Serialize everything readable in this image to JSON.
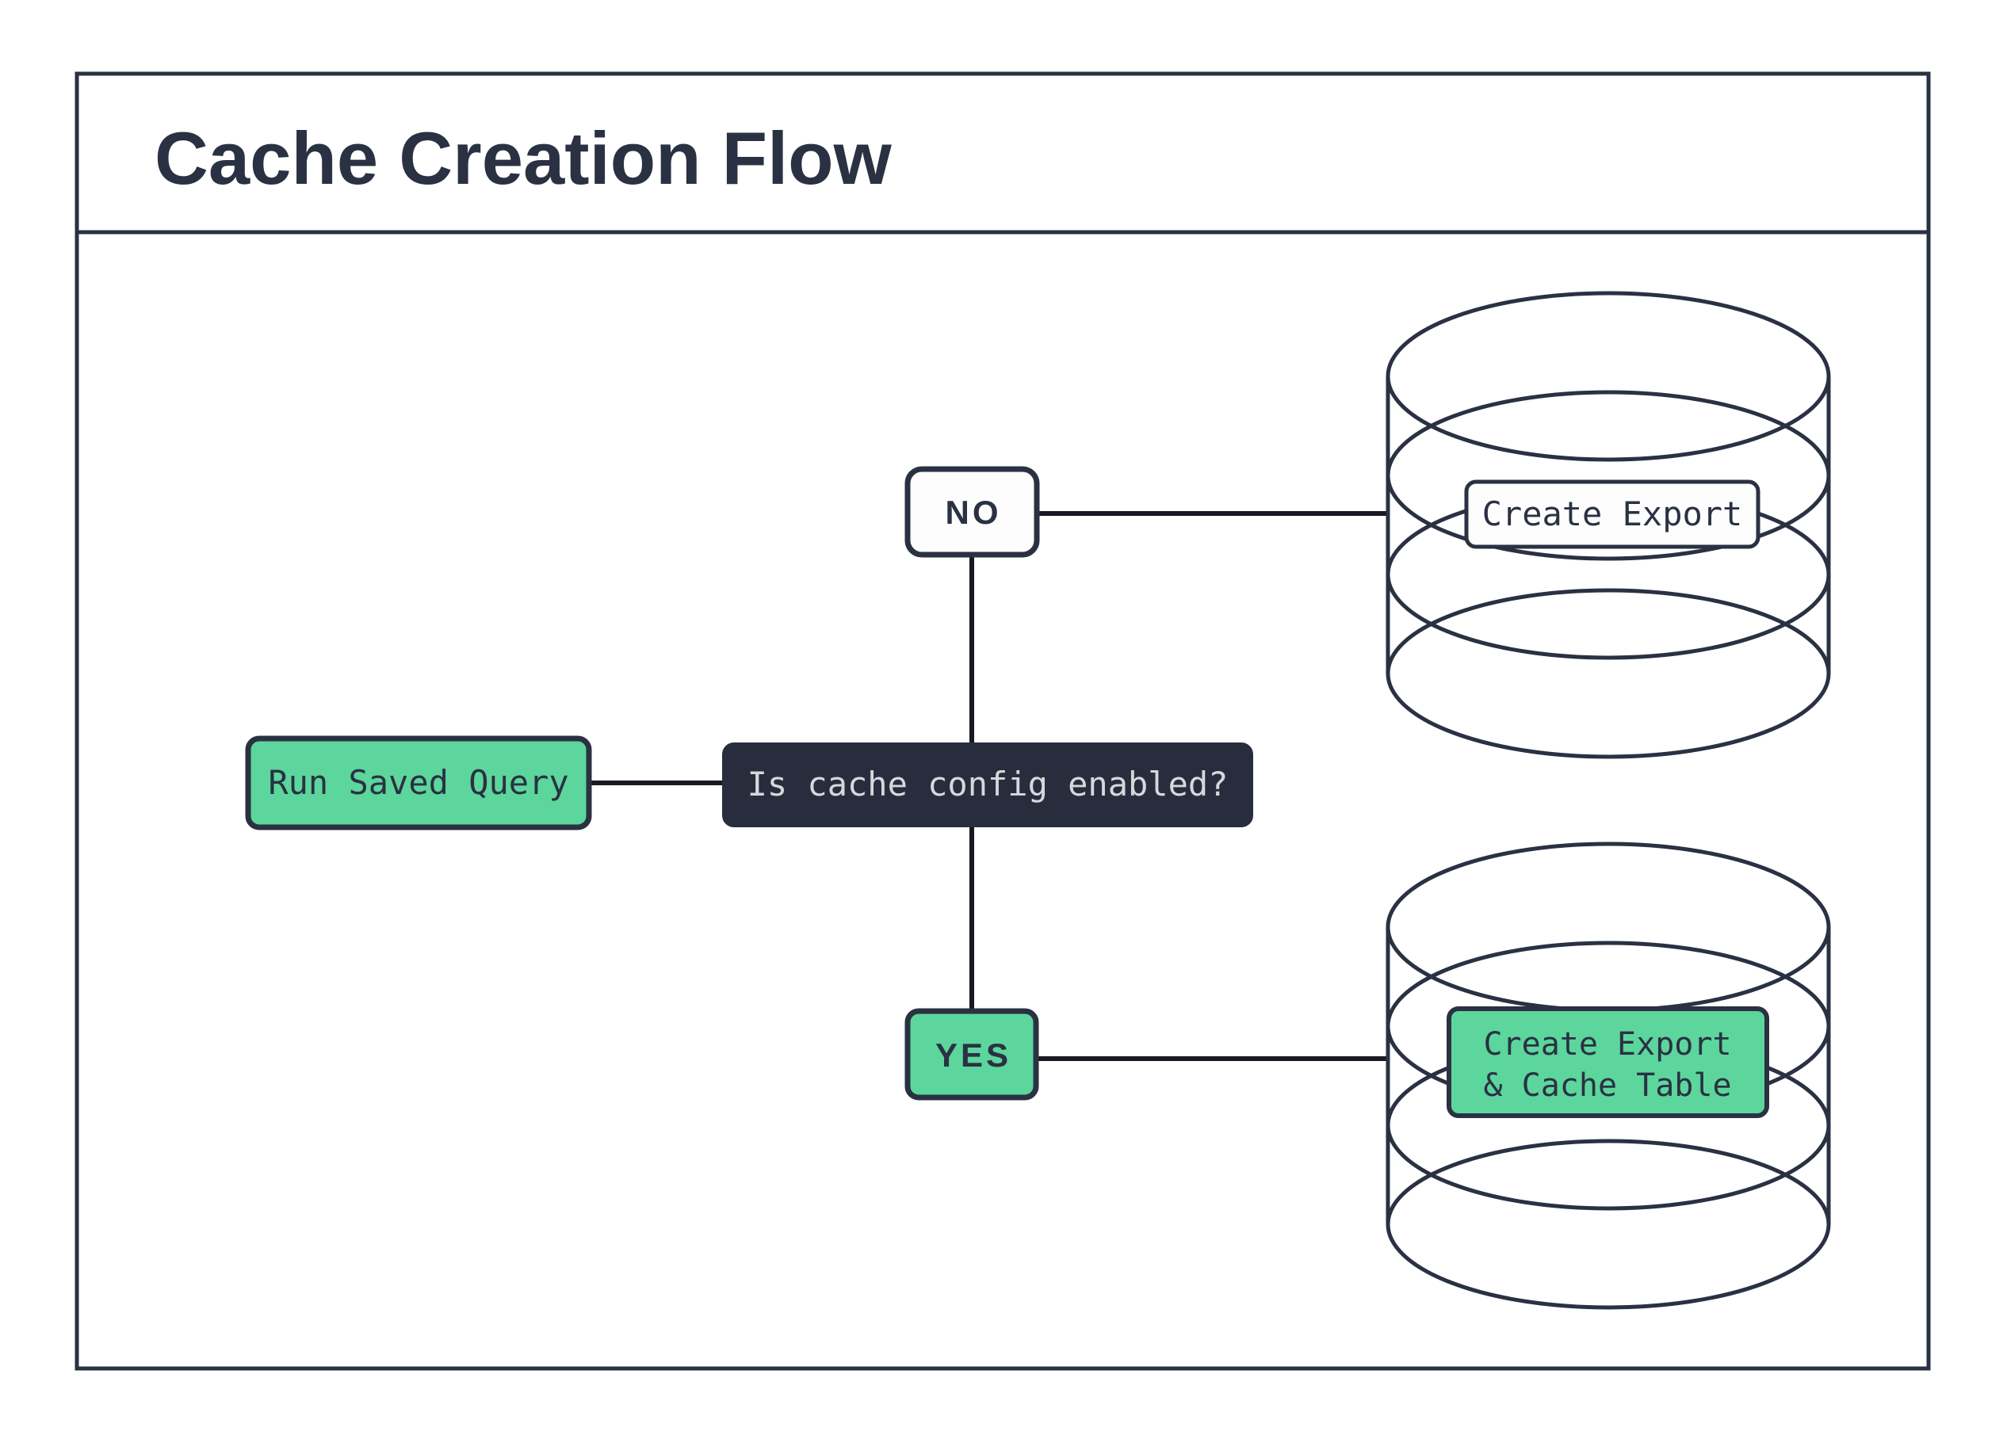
{
  "diagram": {
    "title": "Cache Creation Flow",
    "nodes": {
      "run_saved_query": {
        "label": "Run Saved Query"
      },
      "decision": {
        "label": "Is cache config enabled?"
      },
      "no_branch": {
        "label": "NO"
      },
      "yes_branch": {
        "label": "YES"
      },
      "export_db": {
        "label": "Create Export"
      },
      "export_cache_db": {
        "label_line1": "Create Export",
        "label_line2": "& Cache Table"
      }
    },
    "colors": {
      "ink": "#2a3142",
      "accent_green": "#5cd69c",
      "decision_background": "#282d3e",
      "decision_text": "#d7d8db",
      "connector": "#171a23",
      "background": "#ffffff"
    }
  }
}
